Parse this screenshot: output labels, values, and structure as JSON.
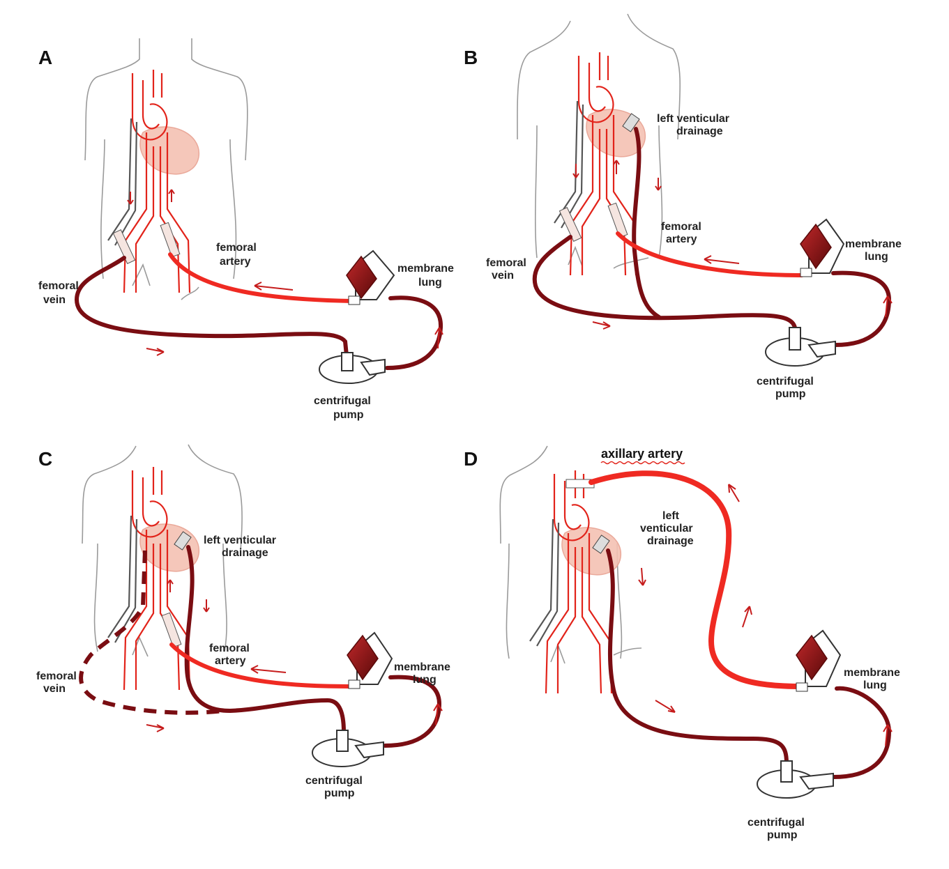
{
  "panels": [
    {
      "letter": "A",
      "labels": {
        "femoral_artery": [
          "femoral",
          "artery"
        ],
        "femoral_vein": [
          "femoral",
          "vein"
        ],
        "membrane_lung": [
          "membrane",
          "lung"
        ],
        "centrifugal_pump": [
          "centrifugal",
          "pump"
        ]
      }
    },
    {
      "letter": "B",
      "labels": {
        "left_ventricular_drainage": [
          "left venticular",
          "drainage"
        ],
        "femoral_artery": [
          "femoral",
          "artery"
        ],
        "femoral_vein": [
          "femoral",
          "vein"
        ],
        "membrane_lung": [
          "membrane",
          "lung"
        ],
        "centrifugal_pump": [
          "centrifugal",
          "pump"
        ]
      }
    },
    {
      "letter": "C",
      "labels": {
        "left_ventricular_drainage": [
          "left venticular",
          "drainage"
        ],
        "femoral_artery": [
          "femoral",
          "artery"
        ],
        "femoral_vein": [
          "femoral",
          "vein"
        ],
        "membrane_lung": [
          "membrane",
          "lung"
        ],
        "centrifugal_pump": [
          "centrifugal",
          "pump"
        ]
      }
    },
    {
      "letter": "D",
      "labels": {
        "axillary_artery": "axillary artery",
        "left_ventricular_drainage": [
          "left",
          "venticular",
          "drainage"
        ],
        "membrane_lung": [
          "membrane",
          "lung"
        ],
        "centrifugal_pump": [
          "centrifugal",
          "pump"
        ]
      }
    }
  ],
  "colors": {
    "venous_blood": "#7a0d12",
    "arterial_blood": "#ef2a22",
    "ventricle": "#f4c1b3",
    "body_outline": "#9a9a9a"
  }
}
